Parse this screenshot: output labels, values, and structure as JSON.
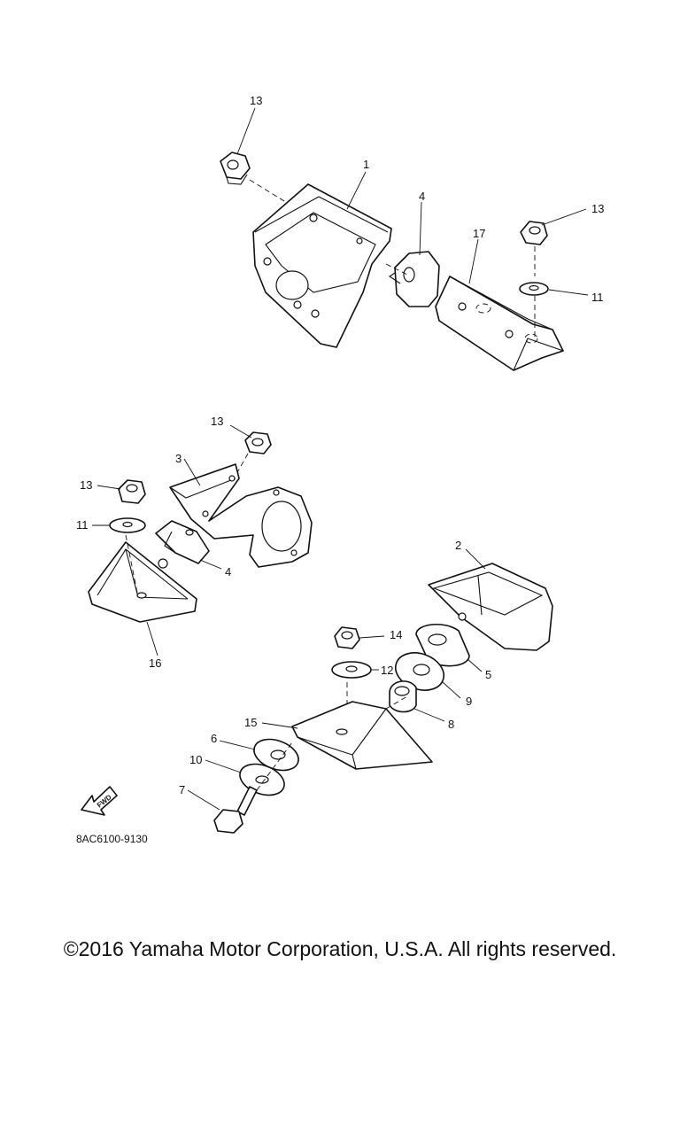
{
  "diagram": {
    "reference_code": "8AC6100-9130",
    "fwd_label": "FWD",
    "copyright": "©2016 Yamaha Motor Corporation, U.S.A. All rights reserved.",
    "callouts": {
      "c1": "1",
      "c2": "2",
      "c3": "3",
      "c4a": "4",
      "c4b": "4",
      "c5": "5",
      "c6": "6",
      "c7": "7",
      "c8": "8",
      "c9": "9",
      "c10": "10",
      "c11a": "11",
      "c11b": "11",
      "c12": "12",
      "c13a": "13",
      "c13b": "13",
      "c13c": "13",
      "c13d": "13",
      "c14": "14",
      "c15": "15",
      "c16": "16",
      "c17": "17"
    }
  }
}
